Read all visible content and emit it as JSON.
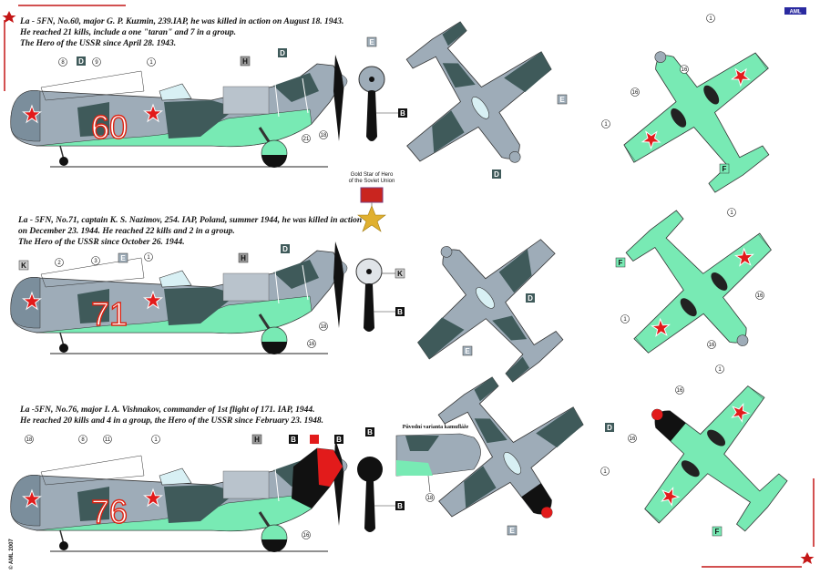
{
  "logo": "AML",
  "copyright": "© AML 2007",
  "colors": {
    "light_grey": "#9eacb8",
    "dark_grey": "#3f5a5a",
    "underside": "#78eab4",
    "red": "#e21b1b",
    "line": "#c41616"
  },
  "medal": {
    "line1": "Gold Star of Hero",
    "line2": "of the Soviet Union"
  },
  "schemes": [
    {
      "caption": [
        "La - 5FN, No.60, major G. P. Kuzmin, 239.IAP, he was killed in action on August 18. 1943.",
        "He reached  21 kills, include a one \"taran\" and 7 in a group.",
        "The Hero of the USSR since April 28. 1943."
      ],
      "number": "60",
      "callouts": [
        "8",
        "D",
        "9",
        "1",
        "H",
        "D",
        "18",
        "21"
      ],
      "prop_callouts": [
        "E",
        "B"
      ],
      "top_callouts": [
        "E",
        "D"
      ],
      "bottom_callouts": [
        "1",
        "16",
        "16",
        "1",
        "F"
      ]
    },
    {
      "caption": [
        "La - 5FN, No.71, captain K. S. Nazimov, 254. IAP, Poland, summer 1944, he was killed in action",
        "on December  23. 1944. He reached 22 kills and 2 in a group.",
        "The  Hero of the USSR since October 26. 1944."
      ],
      "number": "71",
      "callouts": [
        "K",
        "2",
        "3",
        "E",
        "1",
        "H",
        "D",
        "18",
        "16"
      ],
      "prop_callouts": [
        "K",
        "B"
      ],
      "top_callouts": [
        "D",
        "E"
      ],
      "bottom_callouts": [
        "1",
        "F",
        "16",
        "1",
        "16"
      ]
    },
    {
      "caption": [
        "La -5FN, No.76, major I. A. Vishnakov, commander of 1st flight of 171. IAP, 1944.",
        "He reached 20 kills and 4 in a group, the Hero of the USSR since  February 23. 1948."
      ],
      "number": "76",
      "callouts": [
        "18",
        "8",
        "11",
        "1",
        "H",
        "B",
        "",
        "B",
        "16"
      ],
      "prop_callouts": [
        "B",
        "B"
      ],
      "detail_title": "Původní varianta kamufláže",
      "detail_callout": "18",
      "top_callouts": [
        "D",
        "E"
      ],
      "bottom_callouts": [
        "1",
        "16",
        "16",
        "1",
        "F"
      ]
    }
  ]
}
